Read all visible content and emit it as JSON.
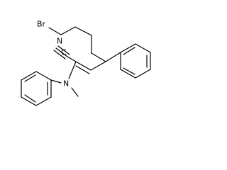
{
  "atoms": {
    "bromine": "Br",
    "nitrile_carbon": "C",
    "nitrile_nitrogen": "N",
    "amine_nitrogen": "N"
  },
  "colors": {
    "bond": "#000000",
    "label": "#000000",
    "background": "#ffffff"
  }
}
